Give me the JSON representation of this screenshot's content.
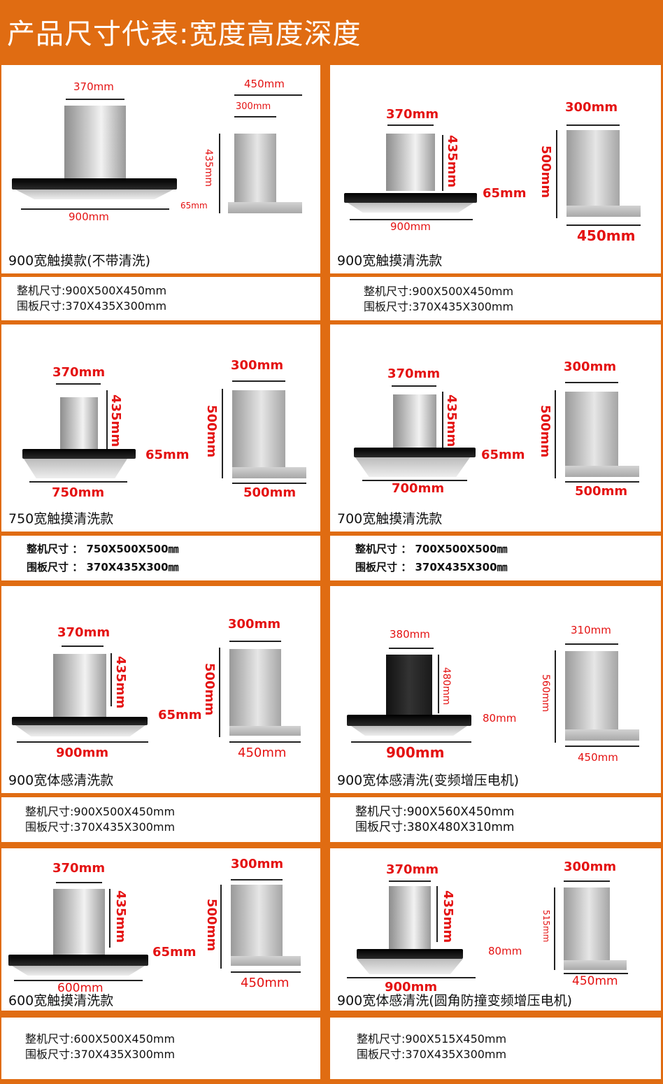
{
  "header": {
    "title": "产品尺寸代表:宽度高度深度"
  },
  "colors": {
    "frame": "#e06c12",
    "dimension_label": "#e41212",
    "background": "#ffffff"
  },
  "products": [
    {
      "caption": "900宽触摸款(不带清洗)",
      "front": {
        "chimney_width": "370mm",
        "total_width": "900mm"
      },
      "side": {
        "top_width": "450mm",
        "chimney_depth": "300mm",
        "chimney_height": "435mm",
        "panel_height": "65mm"
      },
      "spec": {
        "machine": "整机尺寸:900X500X450mm",
        "panel": "围板尺寸:370X435X300mm"
      }
    },
    {
      "caption": "900宽触摸清洗款",
      "front": {
        "chimney_width": "370mm",
        "chimney_height": "435mm",
        "panel_height": "65mm",
        "total_width": "900mm"
      },
      "side": {
        "chimney_depth": "300mm",
        "total_height": "500mm",
        "base_depth": "450mm"
      },
      "spec": {
        "machine": "整机尺寸:900X500X450mm",
        "panel": "围板尺寸:370X435X300mm"
      }
    },
    {
      "caption": "750宽触摸清洗款",
      "front": {
        "chimney_width": "370mm",
        "chimney_height": "435mm",
        "panel_height": "65mm",
        "total_width": "750mm"
      },
      "side": {
        "chimney_depth": "300mm",
        "total_height": "500mm",
        "base_depth": "500mm"
      },
      "spec": {
        "machine": "整机尺寸 ： 750X500X500㎜",
        "panel": "围板尺寸 ： 370X435X300㎜"
      }
    },
    {
      "caption": "700宽触摸清洗款",
      "front": {
        "chimney_width": "370mm",
        "chimney_height": "435mm",
        "panel_height": "65mm",
        "total_width": "700mm"
      },
      "side": {
        "chimney_depth": "300mm",
        "total_height": "500mm",
        "base_depth": "500mm"
      },
      "spec": {
        "machine": "整机尺寸 ： 700X500X500㎜",
        "panel": "围板尺寸 ： 370X435X300㎜"
      }
    },
    {
      "caption": "900宽体感清洗款",
      "front": {
        "chimney_width": "370mm",
        "chimney_height": "435mm",
        "panel_height": "65mm",
        "total_width": "900mm"
      },
      "side": {
        "chimney_depth": "300mm",
        "total_height": "500mm",
        "base_depth": "450mm"
      },
      "spec": {
        "machine": "整机尺寸:900X500X450mm",
        "panel": "围板尺寸:370X435X300mm"
      }
    },
    {
      "caption": "900宽体感清洗(变频增压电机)",
      "front": {
        "chimney_width": "380mm",
        "chimney_height": "480mm",
        "panel_height": "80mm",
        "total_width": "900mm"
      },
      "side": {
        "chimney_depth": "310mm",
        "total_height": "560mm",
        "base_depth": "450mm"
      },
      "spec": {
        "machine": "整机尺寸:900X560X450mm",
        "panel": "围板尺寸:380X480X310mm"
      }
    },
    {
      "caption": "600宽触摸清洗款",
      "front": {
        "chimney_width": "370mm",
        "chimney_height": "435mm",
        "panel_height": "65mm",
        "total_width": "600mm"
      },
      "side": {
        "chimney_depth": "300mm",
        "total_height": "500mm",
        "base_depth": "450mm"
      },
      "spec": {
        "machine": "整机尺寸:600X500X450mm",
        "panel": "围板尺寸:370X435X300mm"
      }
    },
    {
      "caption": "900宽体感清洗(圆角防撞变频增压电机)",
      "front": {
        "chimney_width": "370mm",
        "chimney_height": "435mm",
        "panel_height": "80mm",
        "total_width": "900mm"
      },
      "side": {
        "chimney_depth": "300mm",
        "total_height": "515mm",
        "base_depth": "450mm"
      },
      "spec": {
        "machine": "整机尺寸:900X515X450mm",
        "panel": "围板尺寸:370X435X300mm"
      }
    }
  ]
}
